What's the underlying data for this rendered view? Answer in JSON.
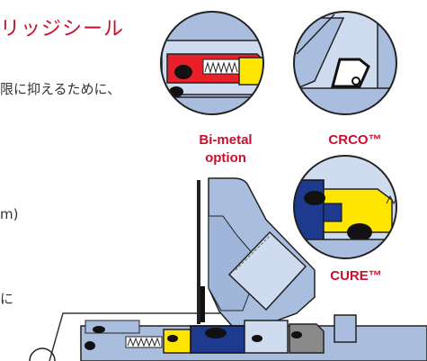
{
  "heading": {
    "title": "リッジシール"
  },
  "text_fragments": {
    "line1": "限に抑えるために、",
    "line2": "m)",
    "line3": "に"
  },
  "callouts": {
    "bimetal_line1": "Bi-metal",
    "bimetal_line2": "option",
    "crco": "CRCO™",
    "cure": "CURE™"
  },
  "colors": {
    "accent_red": "#c8102e",
    "seal_blue": "#a9bedf",
    "navy": "#1d3a8f",
    "yellow": "#ffe600",
    "red_part": "#e8202a",
    "grey_part": "#8a8a8a"
  }
}
